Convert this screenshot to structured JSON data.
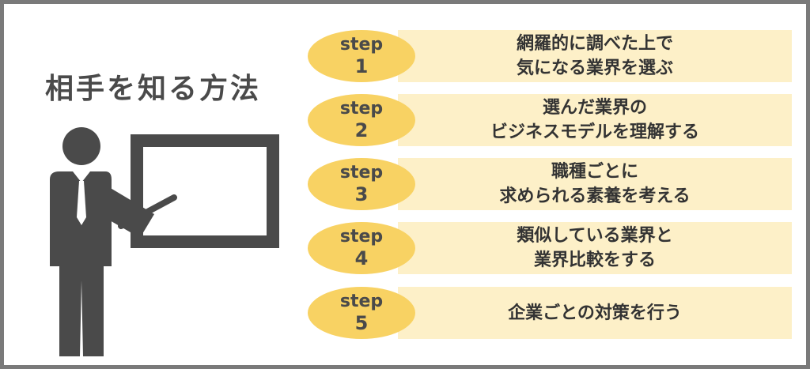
{
  "title": "相手を知る方法",
  "steps": [
    {
      "label": "step",
      "number": "1",
      "lines": [
        "網羅的に調べた上で",
        "気になる業界を選ぶ"
      ]
    },
    {
      "label": "step",
      "number": "2",
      "lines": [
        "選んだ業界の",
        "ビジネスモデルを理解する"
      ]
    },
    {
      "label": "step",
      "number": "3",
      "lines": [
        "職種ごとに",
        "求められる素養を考える"
      ]
    },
    {
      "label": "step",
      "number": "4",
      "lines": [
        "類似している業界と",
        "業界比較をする"
      ]
    },
    {
      "label": "step",
      "number": "5",
      "lines": [
        "企業ごとの対策を行う"
      ]
    }
  ],
  "colors": {
    "frame": "#7a7a7a",
    "badge": "#f8d263",
    "bar": "#fdf0c8",
    "figure": "#4a4a4a"
  },
  "icons": {
    "figure": "presenter-whiteboard-icon"
  }
}
